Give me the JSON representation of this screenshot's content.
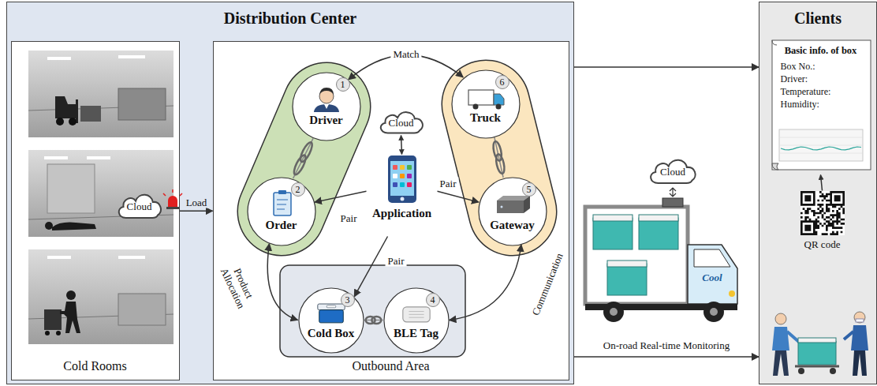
{
  "diagram": {
    "nodes": [
      {
        "text": [
          "Distribution Center"
        ]
      },
      {
        "text": [
          "Cold Rooms"
        ],
        "in": 0
      },
      {
        "text": [
          "Cloud"
        ],
        "in": 1
      },
      {
        "text": [
          "Outbound Area"
        ],
        "in": 0
      },
      {
        "text": [
          "1",
          "Driver"
        ],
        "in": 3
      },
      {
        "text": [
          "2",
          "Order"
        ],
        "in": 3
      },
      {
        "text": [
          "Cloud"
        ],
        "in": 3
      },
      {
        "text": [
          "Application"
        ],
        "in": 3
      },
      {
        "text": [
          "6",
          "Truck"
        ],
        "in": 3
      },
      {
        "text": [
          "5",
          "Gateway"
        ],
        "in": 3
      },
      {
        "text": [
          "3",
          "Cold Box"
        ],
        "in": 3
      },
      {
        "text": [
          "4",
          "BLE Tag"
        ],
        "in": 3
      },
      {
        "text": [
          "Cloud"
        ]
      },
      {
        "text": [
          "Clients"
        ]
      },
      {
        "text": [
          "Basic info. of box",
          "Box No.:",
          "Driver:",
          "Temperature:",
          "Humidity:"
        ],
        "in": 13
      },
      {
        "text": [
          "QR code"
        ],
        "in": 13
      }
    ],
    "edges": [
      {
        "from": 4,
        "to": 8,
        "label": "Match",
        "arrow": "both"
      },
      {
        "from": 4,
        "to": 5,
        "arrow": "none"
      },
      {
        "from": 7,
        "to": 5,
        "label": "Pair",
        "arrow": "to"
      },
      {
        "from": 6,
        "to": 7,
        "arrow": "both"
      },
      {
        "from": 7,
        "to": 9,
        "label": "Pair",
        "arrow": "to"
      },
      {
        "from": 8,
        "to": 9,
        "arrow": "none"
      },
      {
        "from": 7,
        "to": 10,
        "label": "Pair",
        "arrow": "to"
      },
      {
        "from": 5,
        "to": 10,
        "label": "Product Allocation",
        "arrow": "both"
      },
      {
        "from": 10,
        "to": 11,
        "arrow": "none"
      },
      {
        "from": 9,
        "to": 11,
        "label": "Communication",
        "arrow": "both"
      },
      {
        "from": 1,
        "to": 3,
        "label": "Load",
        "arrow": "to"
      },
      {
        "from": 0,
        "to": 13,
        "arrow": "to"
      },
      {
        "from": 0,
        "to": 13,
        "label": "On-road Real-time Monitoring",
        "arrow": "to"
      },
      {
        "from": 15,
        "to": 14,
        "arrow": "to"
      }
    ],
    "labels": [
      "Cool"
    ]
  }
}
